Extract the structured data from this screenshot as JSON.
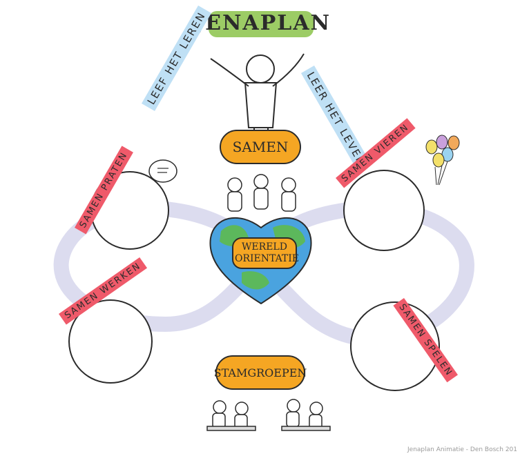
{
  "title": "JENAPLAN",
  "top_left_phrase": "LEEF HET LEREN",
  "top_right_phrase": "LEER HET LEVEN",
  "center_top_pill": "SAMEN",
  "center_heart_lines": [
    "WERELD",
    "ORIENTATIE"
  ],
  "bottom_pill": "STAMGROEPEN",
  "circles": {
    "top_left": "SAMEN PRATEN",
    "bottom_left": "SAMEN WERKEN",
    "top_right": "SAMEN VIEREN",
    "bottom_right": "SAMEN SPELEN"
  },
  "credit": "Jenaplan Animatie - Den Bosch 201",
  "colors": {
    "title_bg": "#8bc34a",
    "pill": "#f5a623",
    "blue_band": "#bfe0f5",
    "red_band": "#ef5a6a",
    "loop": "#dcdcef",
    "earth_land": "#5cb85c",
    "earth_sea": "#4aa3df"
  }
}
